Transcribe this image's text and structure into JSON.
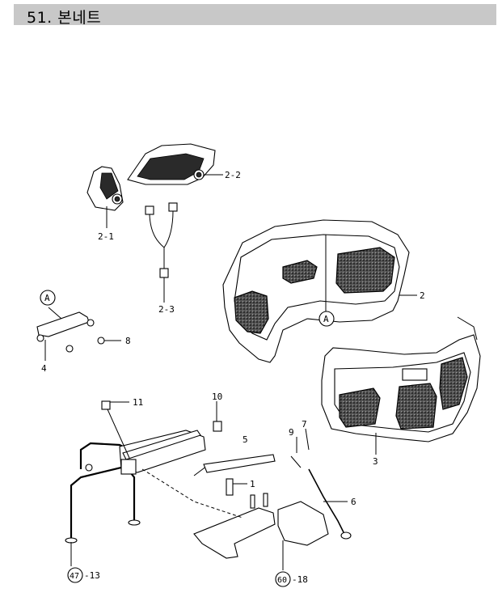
{
  "header": {
    "title": "51. 본네트",
    "bg_color": "#c8c8c8"
  },
  "callouts": {
    "p2_1": "2-1",
    "p2_2": "2-2",
    "p2_3": "2-3",
    "p2": "2",
    "p3": "3",
    "p4": "4",
    "p8": "8",
    "p1": "1",
    "p5": "5",
    "p6": "6",
    "p7": "7",
    "p9": "9",
    "p10": "10",
    "p11": "11",
    "p13": "-13",
    "p13_circle": "47",
    "p18": "-18",
    "p18_circle": "60",
    "refA_left": "A",
    "refA_right": "A"
  }
}
